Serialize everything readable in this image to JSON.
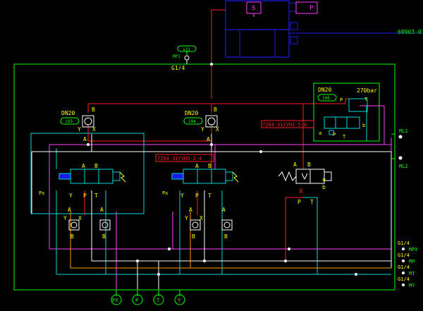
{
  "colors": {
    "background": "#000000",
    "green": "#00ff00",
    "yellow": "#ffff00",
    "red": "#ff2020",
    "blue": "#1a1ae6",
    "cyan": "#00d8d8",
    "magenta": "#ff40ff",
    "white": "#ffffff",
    "orange": "#ff9900",
    "pink": "#ff3aff",
    "purple": "#c040ff",
    "gray": "#b4b4b4"
  },
  "cylinder": {
    "label_s": "S",
    "label_p": "P",
    "reference": "60903-01"
  },
  "gauge": {
    "bubble": "121",
    "tag": "MP1",
    "thread": "G1/4"
  },
  "relief": {
    "dn": "DN20",
    "bubble": "106",
    "pressure": "270bar",
    "port_p": "P",
    "port_t": "T",
    "port_a": "a",
    "port_b": "b",
    "tag": "7Z04-31YVH2-5-6"
  },
  "valve_left": {
    "dn": "DN20",
    "bubble": "103",
    "port_b": "B",
    "port_y": "Y",
    "port_x": "X",
    "port_a": "A",
    "spool_a": "A",
    "spool_b": "B",
    "port_px": "Px",
    "port_bot_y": "Y",
    "port_p": "P",
    "port_t": "T",
    "check_a1": "A",
    "check_y": "Y",
    "check_x": "X",
    "check_b1": "B",
    "check_a2": "A",
    "check_b2": "B"
  },
  "valve_middle": {
    "dn": "DN20",
    "bubble": "104",
    "port_b": "B",
    "port_y": "Y",
    "port_x": "X",
    "port_a": "A",
    "tag": "7Z04-31YVH5-2-4",
    "spool_a": "A",
    "spool_b": "B",
    "port_px": "Px",
    "port_bot_y": "Y",
    "port_p": "P",
    "port_t": "T",
    "check_a1": "A",
    "check_y": "Y",
    "check_x": "X",
    "check_b1": "B",
    "check_a2": "A",
    "check_b2": "B"
  },
  "valve_right": {
    "port_a": "A",
    "port_b": "B",
    "port_x": "X",
    "port_p": "P",
    "port_t": "T",
    "solenoid_a": "a",
    "solenoid_b": "b"
  },
  "right_ports": {
    "ml1": "ML1",
    "ml2": "ML2",
    "mpx_thread": "G1/4",
    "mpx": "MPX",
    "mp_thread": "G1/4",
    "mp": "MP",
    "mt_thread": "G1/4",
    "mt": "MT",
    "my_thread": "G1/4",
    "my": "MY"
  },
  "bottom_ports": [
    "PX",
    "P",
    "T",
    "Y"
  ]
}
